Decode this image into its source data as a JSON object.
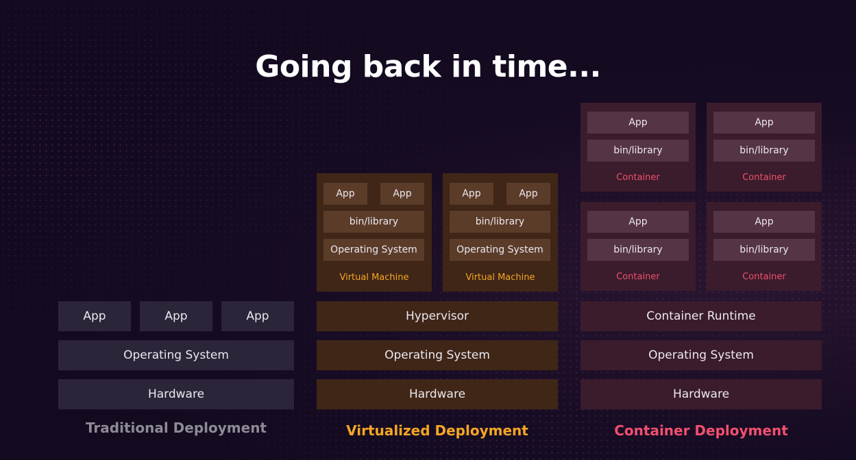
{
  "title": "Going back in time...",
  "traditional": {
    "apps": [
      "App",
      "App",
      "App"
    ],
    "os": "Operating System",
    "hardware": "Hardware",
    "caption": "Traditional Deployment"
  },
  "virtualized": {
    "vms": [
      {
        "apps": [
          "App",
          "App"
        ],
        "bin": "bin/library",
        "os": "Operating System",
        "label": "Virtual Machine"
      },
      {
        "apps": [
          "App",
          "App"
        ],
        "bin": "bin/library",
        "os": "Operating System",
        "label": "Virtual Machine"
      }
    ],
    "hypervisor": "Hypervisor",
    "os": "Operating System",
    "hardware": "Hardware",
    "caption": "Virtualized Deployment"
  },
  "container": {
    "containers": [
      {
        "app": "App",
        "bin": "bin/library",
        "label": "Container"
      },
      {
        "app": "App",
        "bin": "bin/library",
        "label": "Container"
      },
      {
        "app": "App",
        "bin": "bin/library",
        "label": "Container"
      },
      {
        "app": "App",
        "bin": "bin/library",
        "label": "Container"
      }
    ],
    "runtime": "Container Runtime",
    "os": "Operating System",
    "hardware": "Hardware",
    "caption": "Container Deployment"
  },
  "colors": {
    "traditional_caption": "#8e8a96",
    "virtualized_caption": "#f5a623",
    "container_caption": "#f0506e"
  }
}
